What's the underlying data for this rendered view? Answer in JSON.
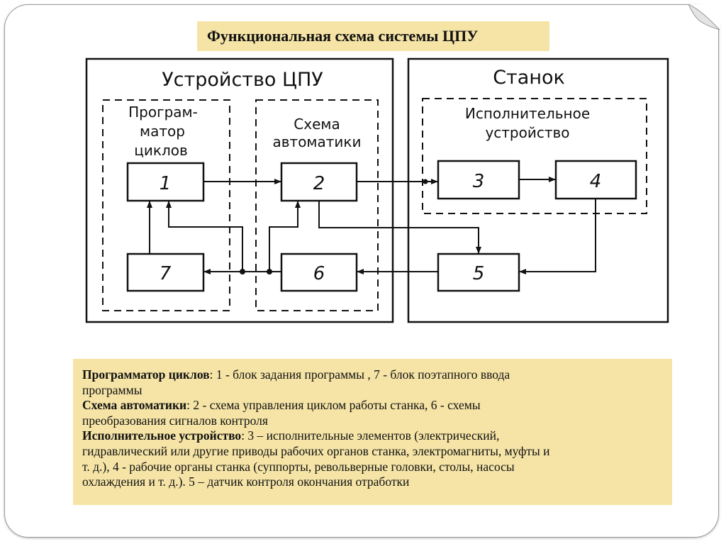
{
  "slide": {
    "title": "Функциональная схема системы ЦПУ"
  },
  "diagram": {
    "device_label": "Устройство ЦПУ",
    "machine_label": "Станок",
    "programmer_label": [
      "Програм-",
      "матор",
      "циклов"
    ],
    "automation_label": [
      "Схема",
      "автоматики"
    ],
    "actuator_label": [
      "Исполнительное",
      "устройство"
    ],
    "blocks": [
      "1",
      "2",
      "3",
      "4",
      "5",
      "6",
      "7"
    ]
  },
  "legend": [
    {
      "term": "Программатор циклов",
      "text": ":  1 - блок задания программы , 7 -  блок поэтапного ввода"
    },
    {
      "term": "",
      "text": "программы"
    },
    {
      "term": "Схема  автоматики",
      "text": ": 2 - схема управления циклом работы станка, 6 - схемы"
    },
    {
      "term": "",
      "text": "преобразования сигналов контроля"
    },
    {
      "term": "Исполнительное устройство",
      "text": ": 3 – исполнительные элементов  (электрический,"
    },
    {
      "term": "",
      "text": "гидравлический или другие приводы рабочих органов станка, электромагниты, муфты и"
    },
    {
      "term": "",
      "text": "т. д.), 4 - рабочие органы станка  (суппорты, револьверные головки, столы, насосы"
    },
    {
      "term": "",
      "text": "охлаждения и т. д.). 5 – датчик контроля окончания отработки"
    }
  ]
}
